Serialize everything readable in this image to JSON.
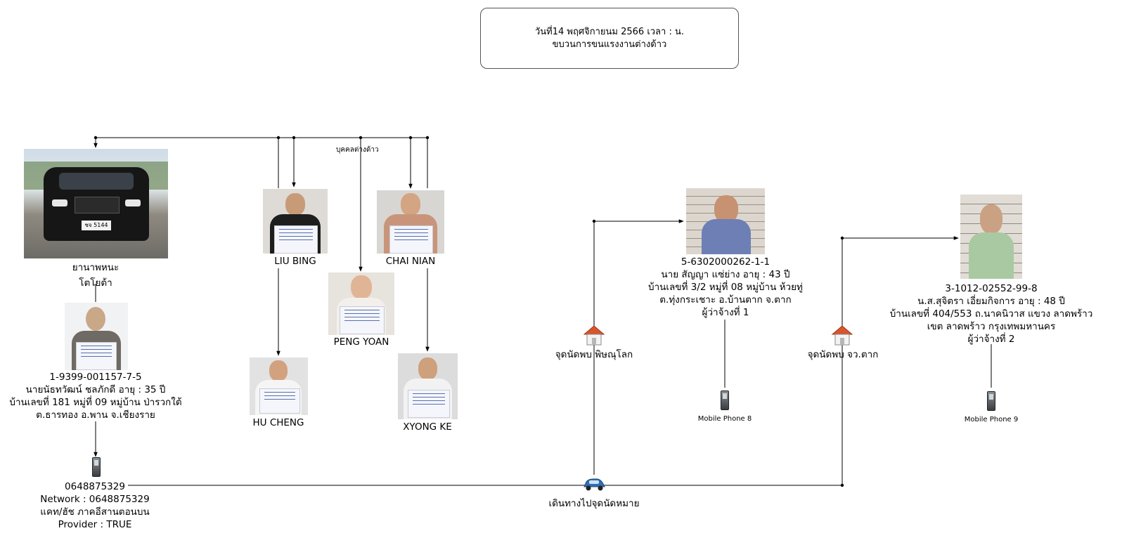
{
  "header": {
    "line1": "วันที่14 พฤศจิกายนม 2566 เวลา      :      น.",
    "line2": "ขบวนการขนแรงงานต่างด้าว"
  },
  "group_label": "บุคคลต่างด้าว",
  "vehicle": {
    "line1": "ยานาพหนะ",
    "line2": "โตโยต้า",
    "plate": "ชจ 5144"
  },
  "driver": {
    "id": "1-9399-001157-7-5",
    "line1": "นายนัธทวัฒน์ ชลภักดี อายุ : 35 ปี",
    "line2": "บ้านเลขที่ 181 หมู่ที่ 09 หมู่บ้าน ป่ารวกใต้",
    "line3": "ต.ธารทอง อ.พาน จ.เชียงราย"
  },
  "phone_main": {
    "number": "0648875329",
    "network": "Network : 0648875329",
    "area": "แคท/ฮัช ภาคอีสานตอนบน",
    "provider": "Provider : TRUE"
  },
  "foreigners": {
    "liu_bing": "LIU BING",
    "chai_nian": "CHAI NIAN",
    "peng_yoan": "PENG YOAN",
    "hu_cheng": "HU CHENG",
    "xyong_ke": "XYONG KE"
  },
  "meeting_point_1": "จุดนัดพบ พิษณุโลก",
  "meeting_point_2": "จุดนัดพบ จว.ตาก",
  "travel_label": "เดินทางไปจุดนัดหมาย",
  "employer1": {
    "id": "5-6302000262-1-1",
    "line1": "นาย สัญญา แซ่ย่าง อายุ : 43 ปี",
    "line2": "บ้านเลขที่ 3/2 หมู่ที่  08 หมู่บ้าน ห้วยทู่",
    "line3": "ต.ทุ่งกระเชาะ อ.บ้านตาก จ.ตาก",
    "role": "ผู้ว่าจ้างที่ 1",
    "phone": "Mobile Phone 8"
  },
  "employer2": {
    "id": "3-1012-02552-99-8",
    "line1": "น.ส.สุจิตรา เอี่ยมกิจการ อายุ : 48 ปี",
    "line2": "บ้านเลขที่ 404/553 ถ.นาคนิวาส  แขวง ลาดพร้าว",
    "line3": "เขต ลาดพร้าว กรุงเทพมหานคร",
    "role": "ผู้ว่าจ้างที่ 2",
    "phone": "Mobile Phone 9"
  },
  "colors": {
    "line": "#000000",
    "house_roof": "#d9542b",
    "car": "#2f6fb3"
  }
}
